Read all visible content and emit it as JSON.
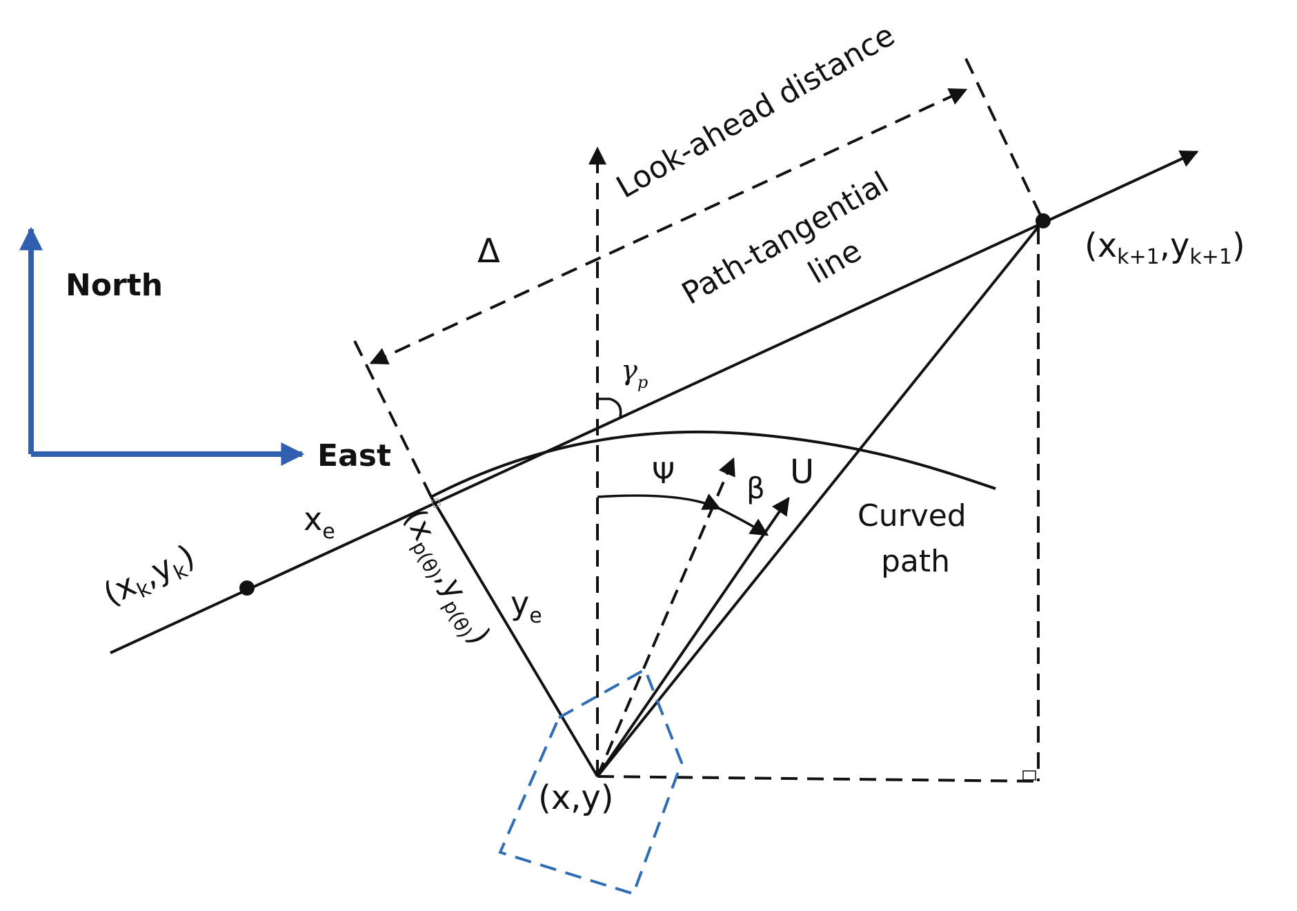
{
  "compass": {
    "north_label": "North",
    "east_label": "East",
    "color": "#2f5fae"
  },
  "labels": {
    "look_ahead": "Look-ahead distance",
    "path_tangential_1": "Path-tangential",
    "path_tangential_2": "line",
    "delta": "Δ",
    "gamma": "γ",
    "gamma_sub": "p",
    "psi": "Ψ",
    "beta": "β",
    "speed": "U",
    "curved_1": "Curved",
    "curved_2": "path",
    "xe": "x",
    "xe_sub": "e",
    "ye": "y",
    "ye_sub": "e",
    "pk_open": "(x",
    "pk_sub1": "k",
    "pk_mid": ",y",
    "pk_sub2": "k",
    "pk_close": ")",
    "pk1_open": "(x",
    "pk1_sub1": "k+1",
    "pk1_mid": ",y",
    "pk1_sub2": "k+1",
    "pk1_close": ")",
    "pp_open": "(x",
    "pp_sub1": "p(θ)",
    "pp_mid": ",y",
    "pp_sub2": "p(θ)",
    "pp_close": ")",
    "vehicle_pos": "(x,y)"
  },
  "colors": {
    "line": "#111111",
    "vehicle_outline": "#2f6db5"
  }
}
